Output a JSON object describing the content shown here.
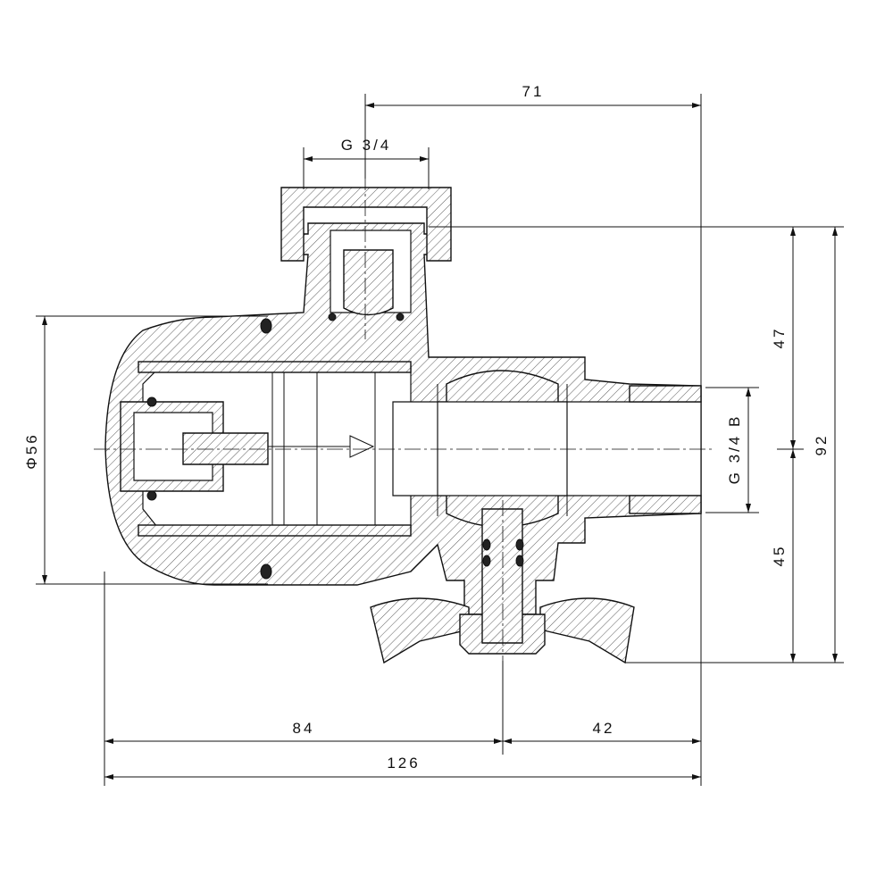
{
  "drawing": {
    "title": "Valve cross-section with dimensions",
    "dimensions": {
      "top_offset": "71",
      "top_thread": "G 3/4",
      "upper_height": "47",
      "total_height": "92",
      "outlet_thread": "G 3/4 B",
      "lower_height": "45",
      "diameter": "Φ56",
      "left_length": "84",
      "right_length": "42",
      "total_length": "126"
    }
  }
}
